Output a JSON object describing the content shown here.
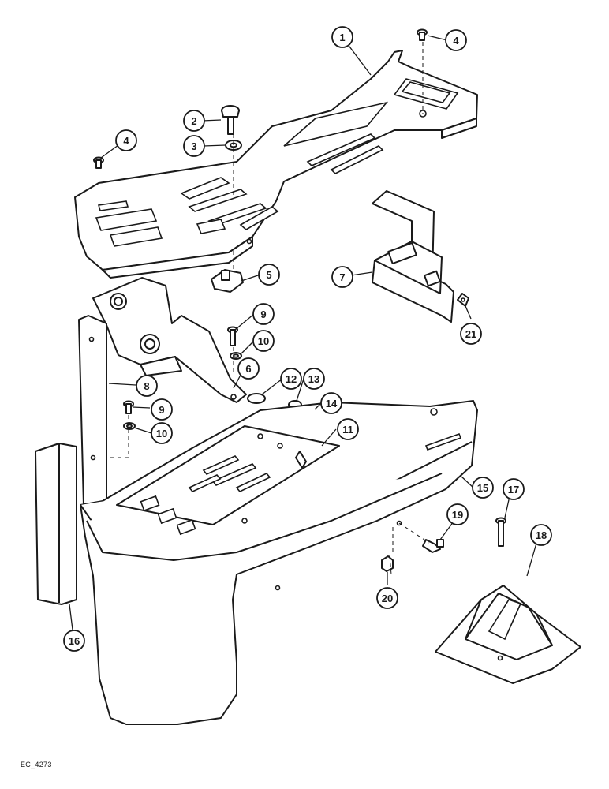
{
  "figure": {
    "reference_code": "EC_4273"
  },
  "callouts": [
    {
      "id": "c1",
      "label": "1"
    },
    {
      "id": "c2",
      "label": "2"
    },
    {
      "id": "c3",
      "label": "3"
    },
    {
      "id": "c4a",
      "label": "4"
    },
    {
      "id": "c4b",
      "label": "4"
    },
    {
      "id": "c5",
      "label": "5"
    },
    {
      "id": "c6",
      "label": "6"
    },
    {
      "id": "c7",
      "label": "7"
    },
    {
      "id": "c8",
      "label": "8"
    },
    {
      "id": "c9a",
      "label": "9"
    },
    {
      "id": "c9b",
      "label": "9"
    },
    {
      "id": "c10a",
      "label": "10"
    },
    {
      "id": "c10b",
      "label": "10"
    },
    {
      "id": "c11",
      "label": "11"
    },
    {
      "id": "c12",
      "label": "12"
    },
    {
      "id": "c13",
      "label": "13"
    },
    {
      "id": "c14",
      "label": "14"
    },
    {
      "id": "c15",
      "label": "15"
    },
    {
      "id": "c16",
      "label": "16"
    },
    {
      "id": "c17",
      "label": "17"
    },
    {
      "id": "c18",
      "label": "18"
    },
    {
      "id": "c19",
      "label": "19"
    },
    {
      "id": "c20",
      "label": "20"
    },
    {
      "id": "c21",
      "label": "21"
    }
  ]
}
